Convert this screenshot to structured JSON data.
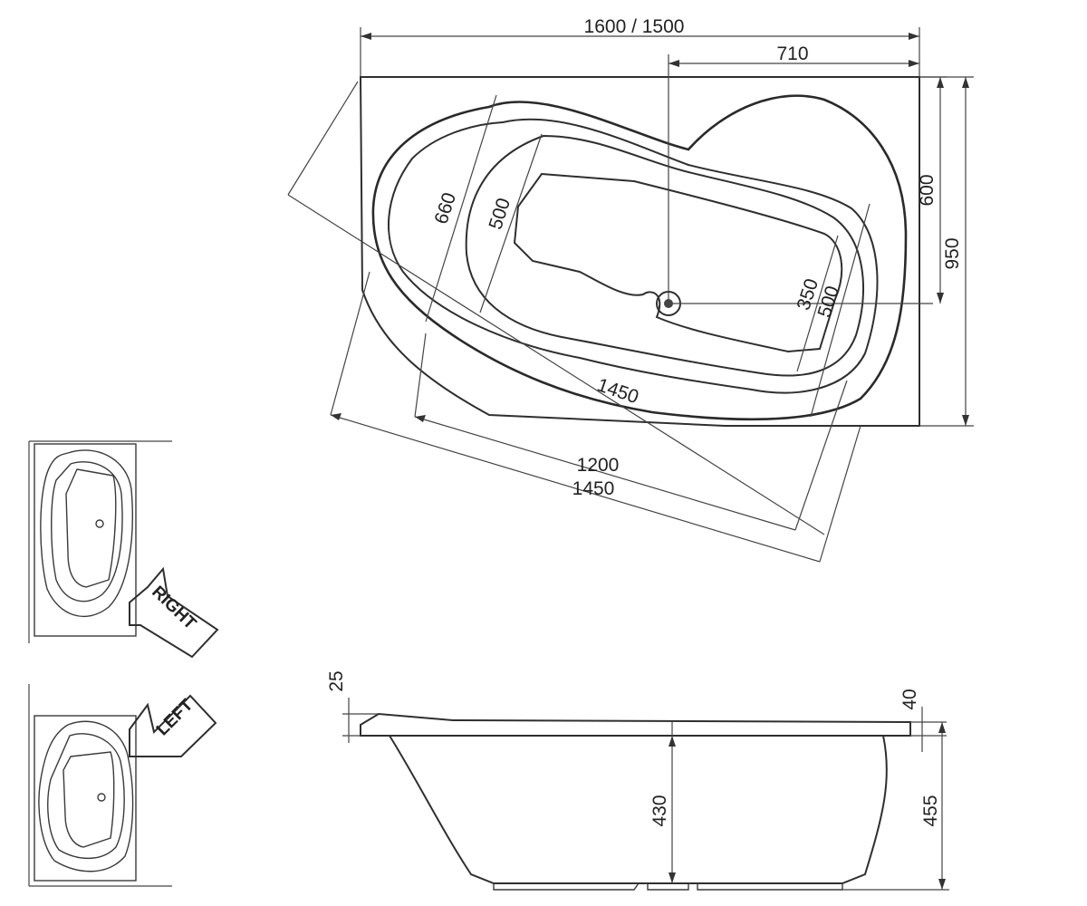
{
  "dimensions": {
    "overall_width": "1600 / 1500",
    "drain_offset": "710",
    "depth_short": "600",
    "depth_total": "950",
    "diag_660": "660",
    "basin_500_left": "500",
    "basin_350": "350",
    "basin_500_right": "500",
    "basin_length_1450": "1450",
    "bottom_1200": "1200",
    "bottom_1450": "1450",
    "rim_25": "25",
    "rim_40": "40",
    "depth_430": "430",
    "height_455": "455"
  },
  "orientation": {
    "right_label": "RIGHT",
    "left_label": "LEFT"
  }
}
